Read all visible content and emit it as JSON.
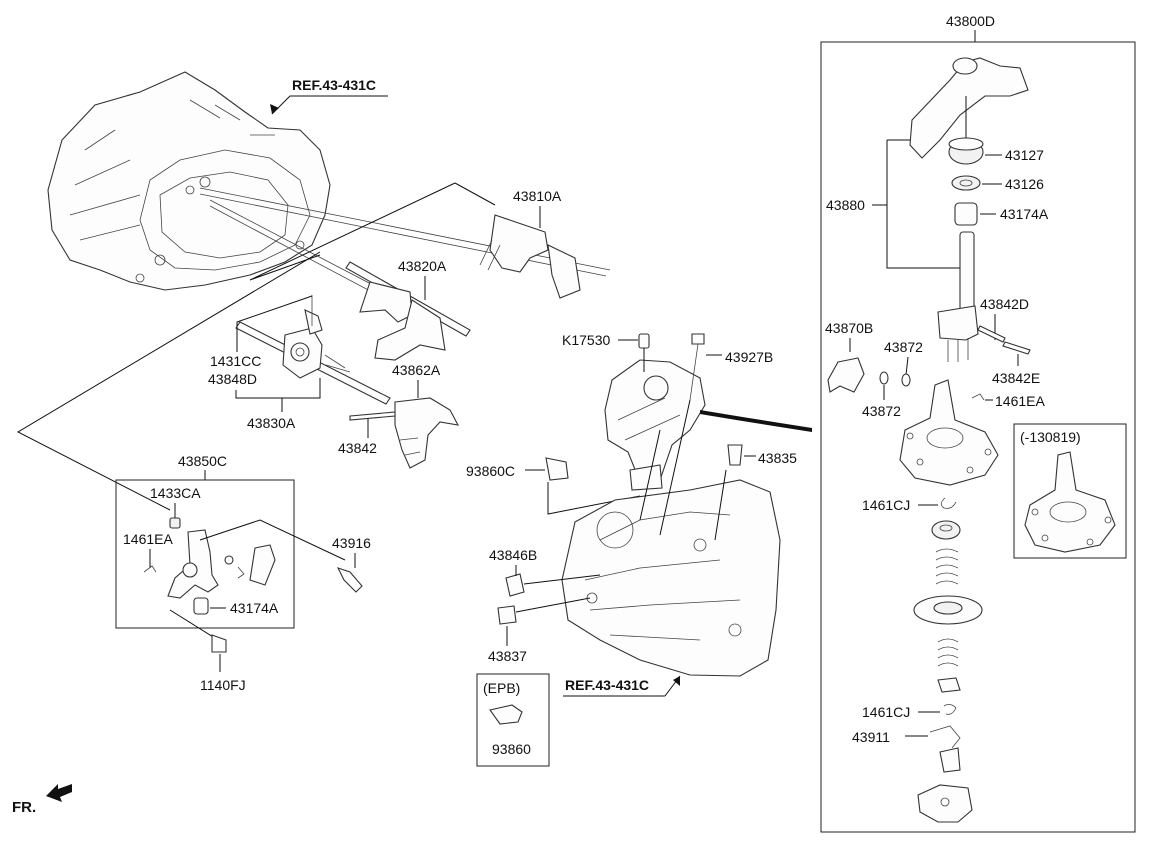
{
  "diagram": {
    "refs": {
      "top": "REF.43-431C",
      "bottom": "REF.43-431C"
    },
    "labels": {
      "p43800D": "43800D",
      "p43810A": "43810A",
      "p43820A": "43820A",
      "p1431CC": "1431CC",
      "p43848D": "43848D",
      "p43830A": "43830A",
      "p43862A": "43862A",
      "p43842": "43842",
      "p43850C": "43850C",
      "p1433CA": "1433CA",
      "p1461EA_left": "1461EA",
      "p43916": "43916",
      "p43174A_left": "43174A",
      "p1140FJ": "1140FJ",
      "pK17530": "K17530",
      "p43927B": "43927B",
      "p93860C": "93860C",
      "p43835": "43835",
      "p43846B": "43846B",
      "p43837": "43837",
      "epb": "(EPB)",
      "p93860": "93860",
      "p43127": "43127",
      "p43126": "43126",
      "p43174A_right": "43174A",
      "p43880": "43880",
      "p43842D": "43842D",
      "p43842E": "43842E",
      "p43870B": "43870B",
      "p43872_a": "43872",
      "p43872_b": "43872",
      "p1461EA_right": "1461EA",
      "p1461CJ_a": "1461CJ",
      "p1461CJ_b": "1461CJ",
      "p43911": "43911",
      "variant": "(-130819)"
    },
    "front_marker": "FR."
  }
}
